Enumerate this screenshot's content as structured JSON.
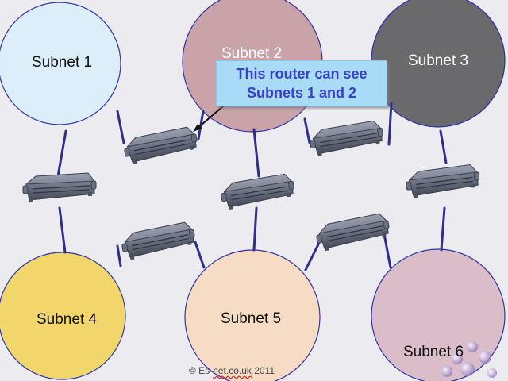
{
  "subnets": [
    {
      "label": "Subnet 1",
      "color": "#dbeef9"
    },
    {
      "label": "Subnet 2",
      "color": "#c9a3a8"
    },
    {
      "label": "Subnet 3",
      "color": "#6a6a6c"
    },
    {
      "label": "Subnet 4",
      "color": "#f1d66c"
    },
    {
      "label": "Subnet 5",
      "color": "#f6dcc4"
    },
    {
      "label": "Subnet 6",
      "color": "#d9bdc9"
    }
  ],
  "callout": {
    "line1": "This router can see",
    "line2": "Subnets 1 and 2",
    "color": "#a8dcf6",
    "text_color": "#3b3fd0"
  },
  "footer": {
    "prefix": "© Es-",
    "domain": "net.co.uk",
    "year": "2011"
  },
  "router_icon": "network-router-icon",
  "link_color": "#2e2e8e"
}
